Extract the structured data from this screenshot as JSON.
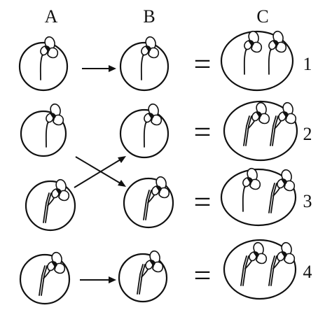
{
  "columns": {
    "a": "A",
    "b": "B",
    "c": "C"
  },
  "equals_sign": "=",
  "rows": [
    {
      "number": "1",
      "parent_a": "curved-stem",
      "parent_b": "curved-stem",
      "offspring": [
        "curved-stem",
        "curved-stem"
      ]
    },
    {
      "number": "2",
      "parent_a": "curved-stem",
      "parent_b": "curved-stem",
      "offspring": [
        "forked-stem",
        "forked-stem"
      ]
    },
    {
      "number": "3",
      "parent_a": "forked-stem",
      "parent_b": "forked-stem",
      "offspring": [
        "curved-stem",
        "forked-stem"
      ]
    },
    {
      "number": "4",
      "parent_a": "forked-stem",
      "parent_b": "forked-stem",
      "offspring": [
        "forked-stem",
        "forked-stem"
      ]
    }
  ],
  "icons": {
    "flower": "sweet-pea-flower-icon",
    "arrow": "arrow-right-icon",
    "cross_arrow": "cross-arrow-icon"
  },
  "colors": {
    "ink": "#111111",
    "paper": "#ffffff"
  }
}
